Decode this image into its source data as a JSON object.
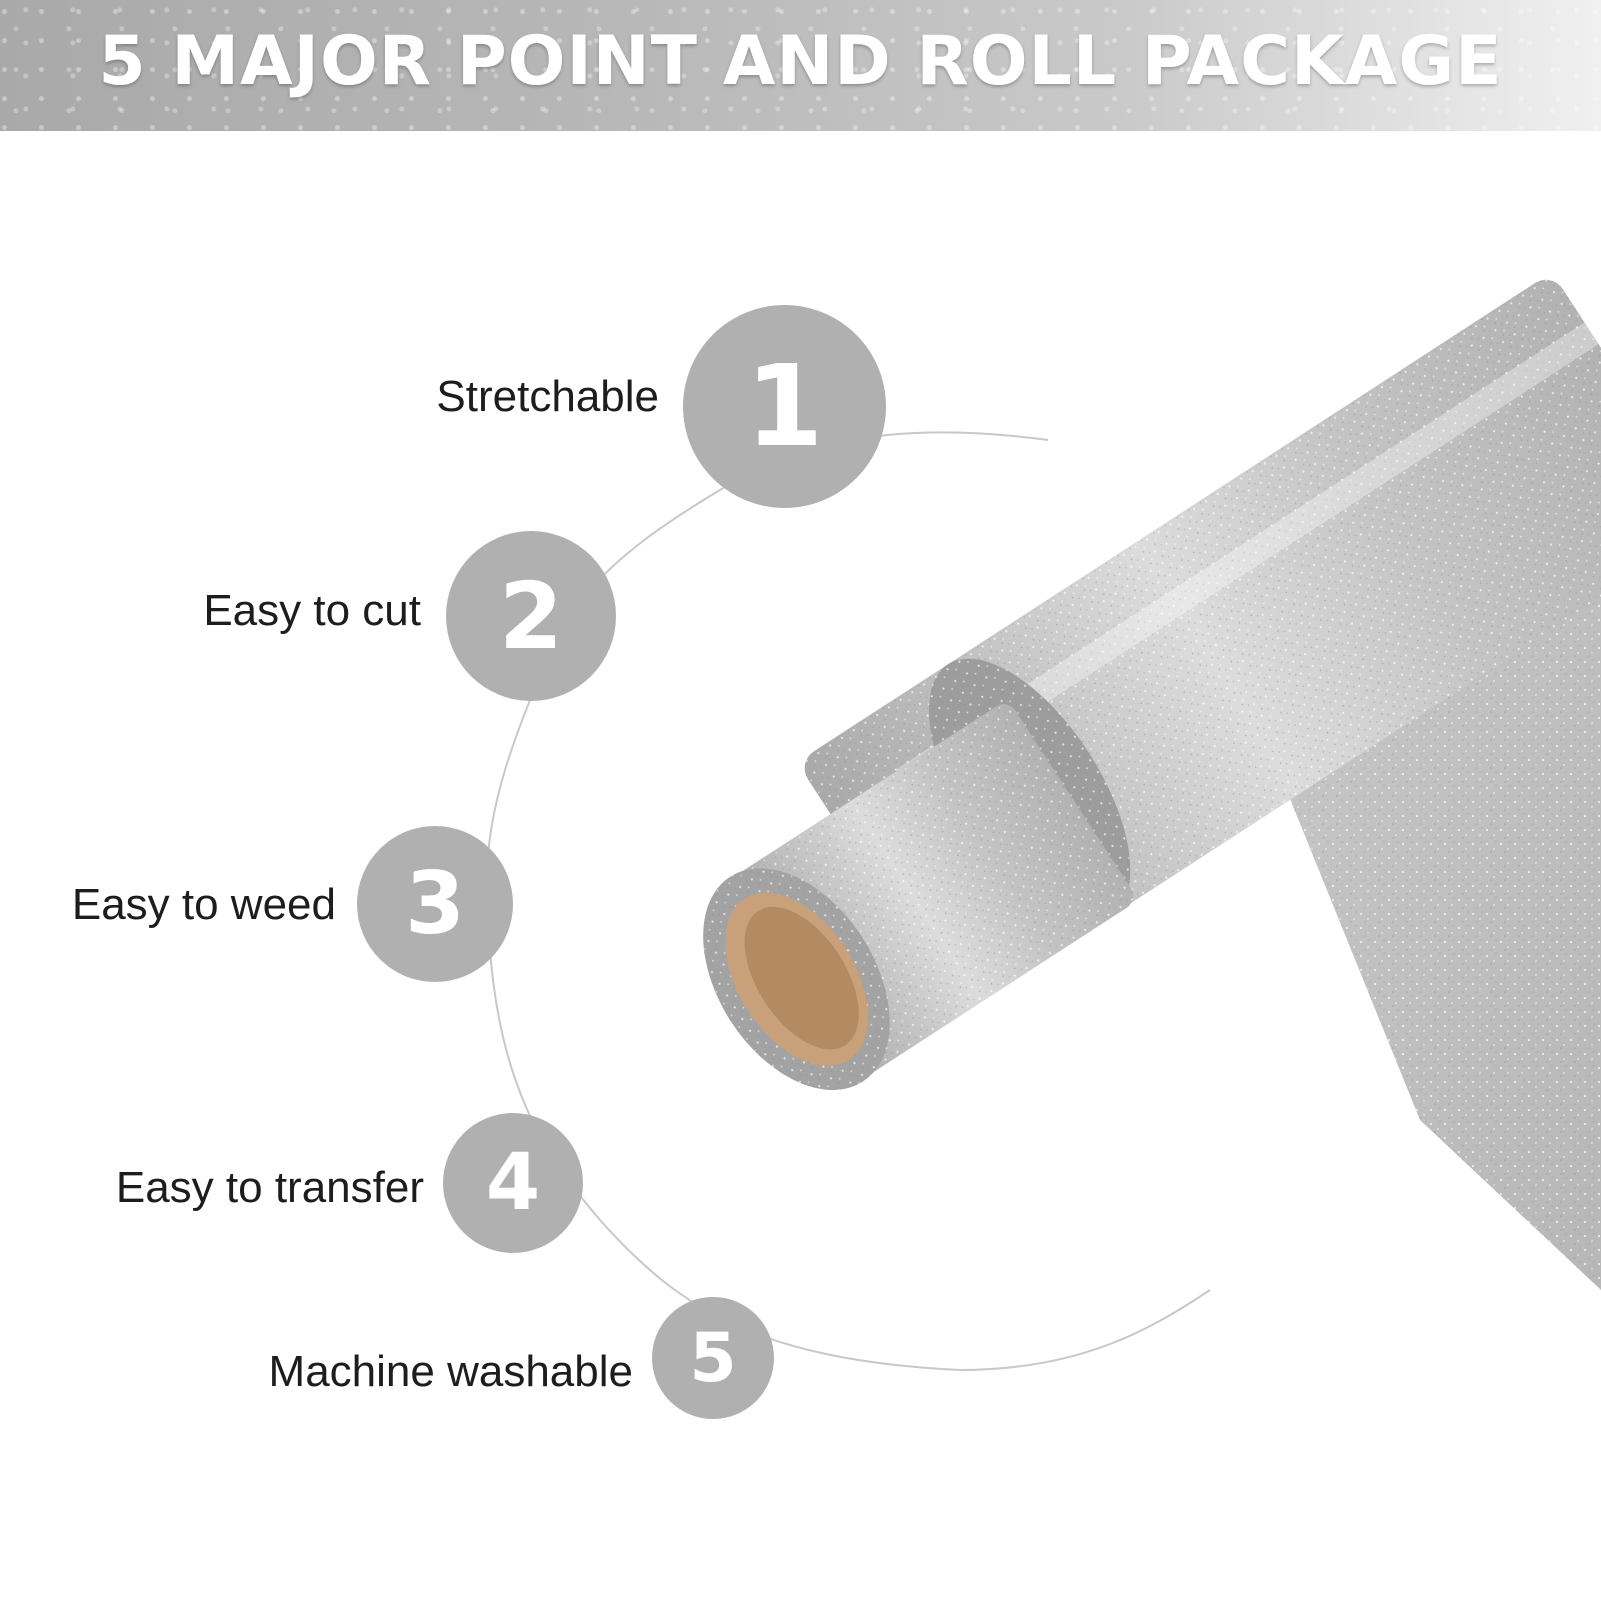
{
  "banner": {
    "title": "5 MAJOR POINT AND ROLL PACKAGE"
  },
  "points": [
    {
      "number": "1",
      "label": "Stretchable"
    },
    {
      "number": "2",
      "label": "Easy to cut"
    },
    {
      "number": "3",
      "label": "Easy to weed"
    },
    {
      "number": "4",
      "label": "Easy to transfer"
    },
    {
      "number": "5",
      "label": "Machine washable"
    }
  ],
  "colors": {
    "circle": "#b0b0b0",
    "banner": "#b8b8b8",
    "text": "#1d1d1d",
    "core": "#c8a17a"
  }
}
